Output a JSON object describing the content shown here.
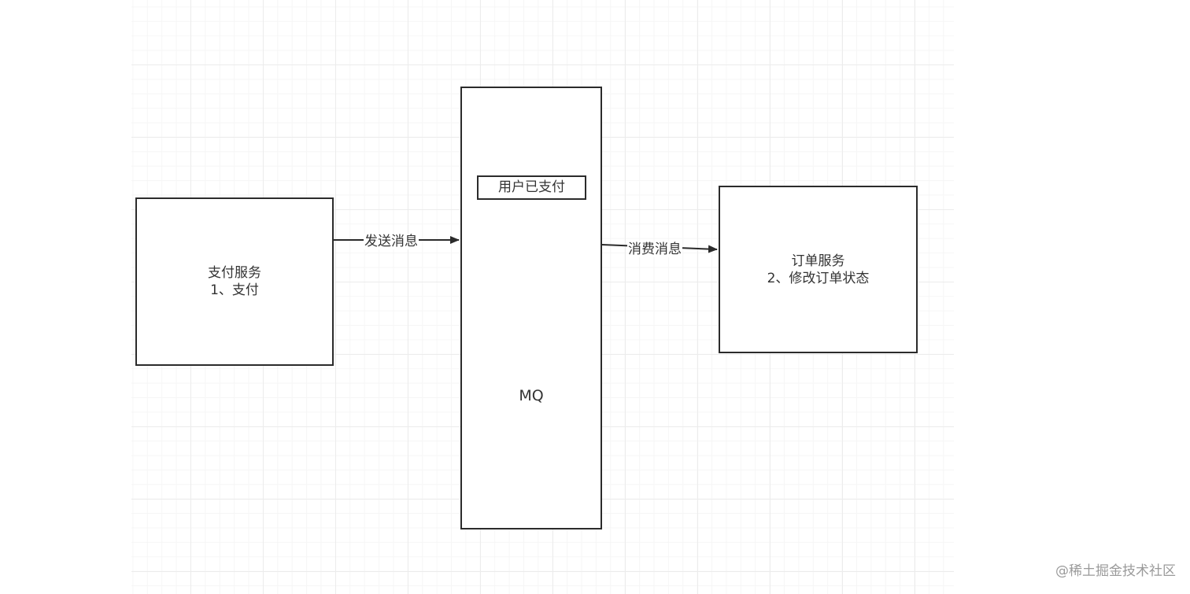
{
  "nodes": {
    "payment_service": {
      "title": "支付服务",
      "step": "1、支付"
    },
    "mq": {
      "label": "MQ",
      "message": "用户已支付"
    },
    "order_service": {
      "title": "订单服务",
      "step": "2、修改订单状态"
    }
  },
  "edges": {
    "send": "发送消息",
    "consume": "消费消息"
  },
  "watermark": "@稀土掘金技术社区",
  "colors": {
    "stroke": "#2b2b2b",
    "grid_major": "#ececec",
    "grid_minor": "#f6f6f6",
    "watermark": "#9a9a9a"
  }
}
